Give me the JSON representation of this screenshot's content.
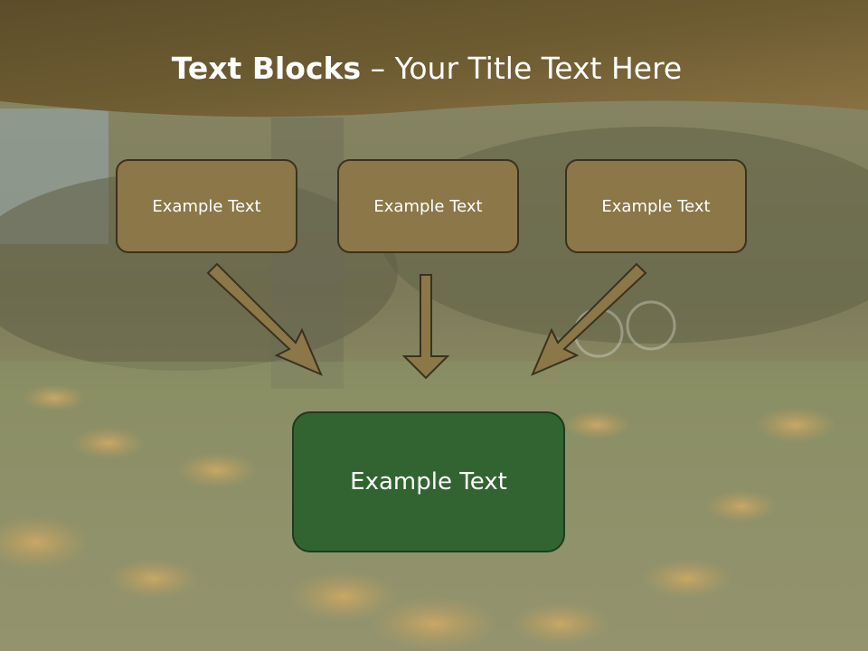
{
  "title": {
    "bold_part": "Text Blocks",
    "rest": " – Your Title Text Here"
  },
  "blocks": {
    "top_left": "Example Text",
    "top_center": "Example Text",
    "top_right": "Example Text",
    "main": "Example Text"
  },
  "colors": {
    "title_band": "#7a6636",
    "block_fill": "#8b7748",
    "block_border": "#3a321e",
    "main_block_fill": "#326432",
    "main_block_border": "#1f3a1f",
    "arrow_fill": "#8b7748",
    "text": "#ffffff"
  }
}
